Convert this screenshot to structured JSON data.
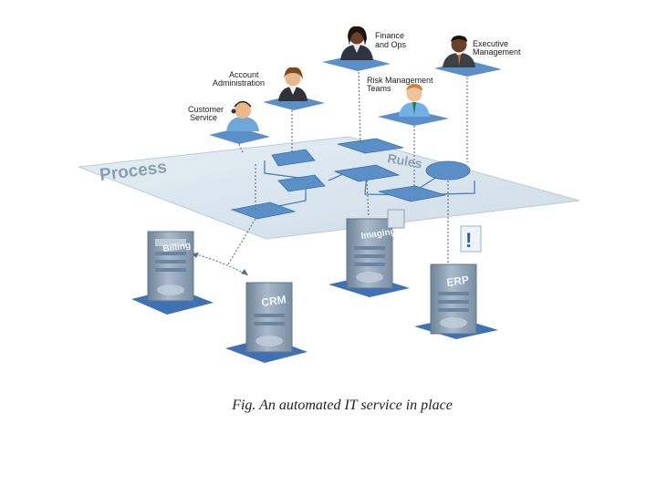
{
  "diagram": {
    "plane_labels": {
      "process": "Process",
      "rules": "Rules"
    },
    "roles": {
      "customer_service": [
        "Customer",
        "Service"
      ],
      "account_admin": [
        "Account",
        "Administration"
      ],
      "finance_ops": [
        "Finance",
        "and Ops"
      ],
      "risk_mgmt": [
        "Risk Management",
        "Teams"
      ],
      "executive": [
        "Executive",
        "Management"
      ]
    },
    "systems": {
      "billing": "Billing",
      "crm": "CRM",
      "imaging": "Imaging",
      "erp": "ERP"
    },
    "alert_symbol": "!"
  },
  "caption": "Fig. An automated IT service in place",
  "colors": {
    "plane": "#dce8ef",
    "node": "#5a8fc8",
    "platform": "#3f72b3",
    "server_body": "#8ea3b8",
    "connector": "#5d6f82"
  }
}
